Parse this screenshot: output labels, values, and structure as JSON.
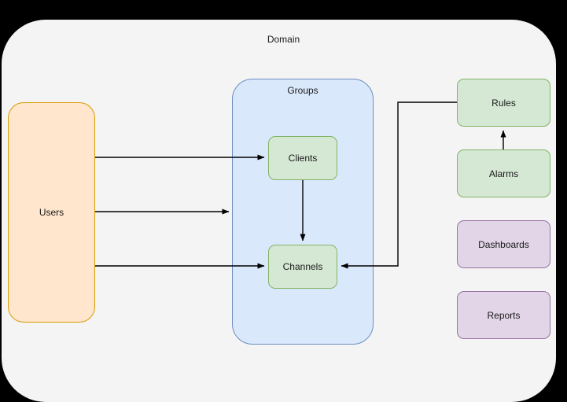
{
  "diagram": {
    "domain": {
      "label": "Domain",
      "background": "#f4f4f4"
    },
    "groups": {
      "label": "Groups",
      "fill": "#dae8fc",
      "stroke": "#6c8ebf"
    },
    "nodes": [
      {
        "id": "users",
        "label": "Users",
        "fill": "#ffe6cc",
        "stroke": "#d79b00"
      },
      {
        "id": "clients",
        "label": "Clients",
        "fill": "#d5e8d4",
        "stroke": "#82b366"
      },
      {
        "id": "channels",
        "label": "Channels",
        "fill": "#d5e8d4",
        "stroke": "#82b366"
      },
      {
        "id": "rules",
        "label": "Rules",
        "fill": "#d5e8d4",
        "stroke": "#82b366"
      },
      {
        "id": "alarms",
        "label": "Alarms",
        "fill": "#d5e8d4",
        "stroke": "#82b366"
      },
      {
        "id": "dashboards",
        "label": "Dashboards",
        "fill": "#e1d5e7",
        "stroke": "#9673a6"
      },
      {
        "id": "reports",
        "label": "Reports",
        "fill": "#e1d5e7",
        "stroke": "#9673a6"
      }
    ],
    "edges": [
      {
        "id": "users-to-clients",
        "from": "users",
        "to": "clients",
        "arrow": "end"
      },
      {
        "id": "users-to-groups",
        "from": "users",
        "to": "groups",
        "arrow": "end"
      },
      {
        "id": "users-to-channels",
        "from": "users",
        "to": "channels",
        "arrow": "end"
      },
      {
        "id": "clients-to-channels",
        "from": "clients",
        "to": "channels",
        "arrow": "end"
      },
      {
        "id": "alarms-to-rules",
        "from": "alarms",
        "to": "rules",
        "arrow": "end"
      },
      {
        "id": "rules-to-channels",
        "from": "rules",
        "to": "channels",
        "arrow": "end"
      }
    ],
    "edge_color": "#000000"
  }
}
